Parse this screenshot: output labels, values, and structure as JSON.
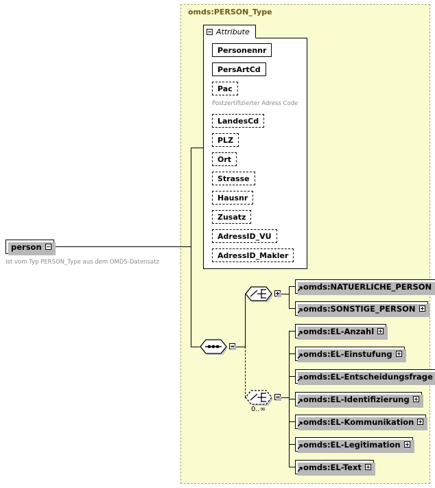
{
  "diagram": {
    "kind": "xsd-schema-diagram",
    "type_container": {
      "title": "omds:PERSON_Type",
      "background_color": "#fbfbd0",
      "border_color": "#a6a66a"
    },
    "root_element": {
      "name": "person",
      "toggle": "minus",
      "toggle_icon": "collapse-icon",
      "annotation": "Ist vom Typ PERSON_Type aus dem OMDS-Datensatz"
    },
    "attribute_panel": {
      "tab_label": "Attribute",
      "toggle": "minus",
      "toggle_icon": "collapse-icon",
      "attributes": [
        {
          "name": "Personennr",
          "use": "required",
          "annotation": ""
        },
        {
          "name": "PersArtCd",
          "use": "required",
          "annotation": ""
        },
        {
          "name": "Pac",
          "use": "optional",
          "annotation": "Postzertifizierter Adress Code"
        },
        {
          "name": "LandesCd",
          "use": "optional",
          "annotation": ""
        },
        {
          "name": "PLZ",
          "use": "optional",
          "annotation": ""
        },
        {
          "name": "Ort",
          "use": "optional",
          "annotation": ""
        },
        {
          "name": "Strasse",
          "use": "optional",
          "annotation": ""
        },
        {
          "name": "Hausnr",
          "use": "optional",
          "annotation": ""
        },
        {
          "name": "Zusatz",
          "use": "optional",
          "annotation": ""
        },
        {
          "name": "AdressID_VU",
          "use": "optional",
          "annotation": ""
        },
        {
          "name": "AdressID_Makler",
          "use": "optional",
          "annotation": ""
        }
      ]
    },
    "compositors": [
      {
        "id": "sequence-root",
        "kind": "sequence",
        "occurrence": "required",
        "cardinality": "",
        "toggle": "minus"
      },
      {
        "id": "choice-person",
        "kind": "choice",
        "occurrence": "required",
        "cardinality": "",
        "toggle": "plus"
      },
      {
        "id": "choice-el",
        "kind": "choice",
        "occurrence": "optional",
        "cardinality": "0..∞",
        "toggle": "minus"
      }
    ],
    "choice_person_children": [
      {
        "name": "omds:NATUERLICHE_PERSON",
        "toggle": "plus",
        "ref": true
      },
      {
        "name": "omds:SONSTIGE_PERSON",
        "toggle": "plus",
        "ref": true
      }
    ],
    "choice_el_children": [
      {
        "name": "omds:EL-Anzahl",
        "toggle": "plus",
        "ref": true
      },
      {
        "name": "omds:EL-Einstufung",
        "toggle": "plus",
        "ref": true
      },
      {
        "name": "omds:EL-Entscheidungsfrage",
        "toggle": "plus",
        "ref": true
      },
      {
        "name": "omds:EL-Identifizierung",
        "toggle": "plus",
        "ref": true
      },
      {
        "name": "omds:EL-Kommunikation",
        "toggle": "plus",
        "ref": true
      },
      {
        "name": "omds:EL-Legitimation",
        "toggle": "plus",
        "ref": true
      },
      {
        "name": "omds:EL-Text",
        "toggle": "plus",
        "ref": true
      }
    ]
  }
}
